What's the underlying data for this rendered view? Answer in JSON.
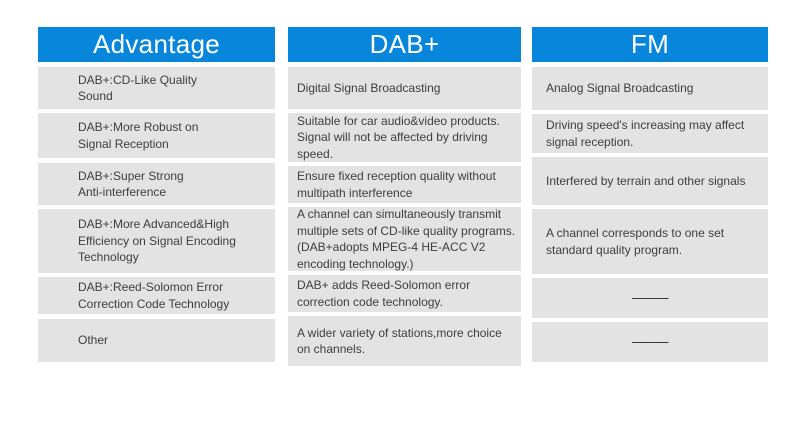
{
  "chart_data": {
    "type": "table",
    "title": "DAB+ vs FM comparison table",
    "headers": [
      "Advantage",
      "DAB+",
      "FM"
    ],
    "columns": [
      {
        "header": "Advantage",
        "cells": [
          "DAB+:CD-Like Quality\nSound",
          "DAB+:More Robust on\nSignal Reception",
          "DAB+:Super Strong\nAnti-interference",
          "DAB+:More Advanced&High\nEfficiency on Signal Encoding\nTechnology",
          "DAB+:Reed-Solomon Error\nCorrection Code Technology",
          "Other"
        ]
      },
      {
        "header": "DAB+",
        "cells": [
          "Digital Signal Broadcasting",
          "Suitable for car audio&video products.\nSignal will not be affected by driving\nspeed.",
          "Ensure fixed reception quality without\nmultipath interference",
          "A channel can simultaneously transmit\nmultiple sets of CD-like quality programs.\n(DAB+adopts MPEG-4 HE-ACC V2\nencoding technology.)",
          "DAB+ adds Reed-Solomon error\ncorrection code technology.",
          "A wider variety of stations,more choice\non channels."
        ]
      },
      {
        "header": "FM",
        "cells": [
          "Analog Signal Broadcasting",
          "Driving speed's increasing may affect\nsignal reception.",
          "Interfered by terrain and other signals",
          "A channel corresponds to one set\nstandard quality program.",
          "———",
          "———"
        ]
      }
    ],
    "layout": {
      "grid": "off",
      "legend": "none"
    }
  },
  "colors": {
    "header_bg": "#0886DB",
    "header_text": "#FFFFFF",
    "cell_bg": "#E3E3E3",
    "cell_text": "#3D3D3D",
    "background": "#FFFFFF"
  }
}
